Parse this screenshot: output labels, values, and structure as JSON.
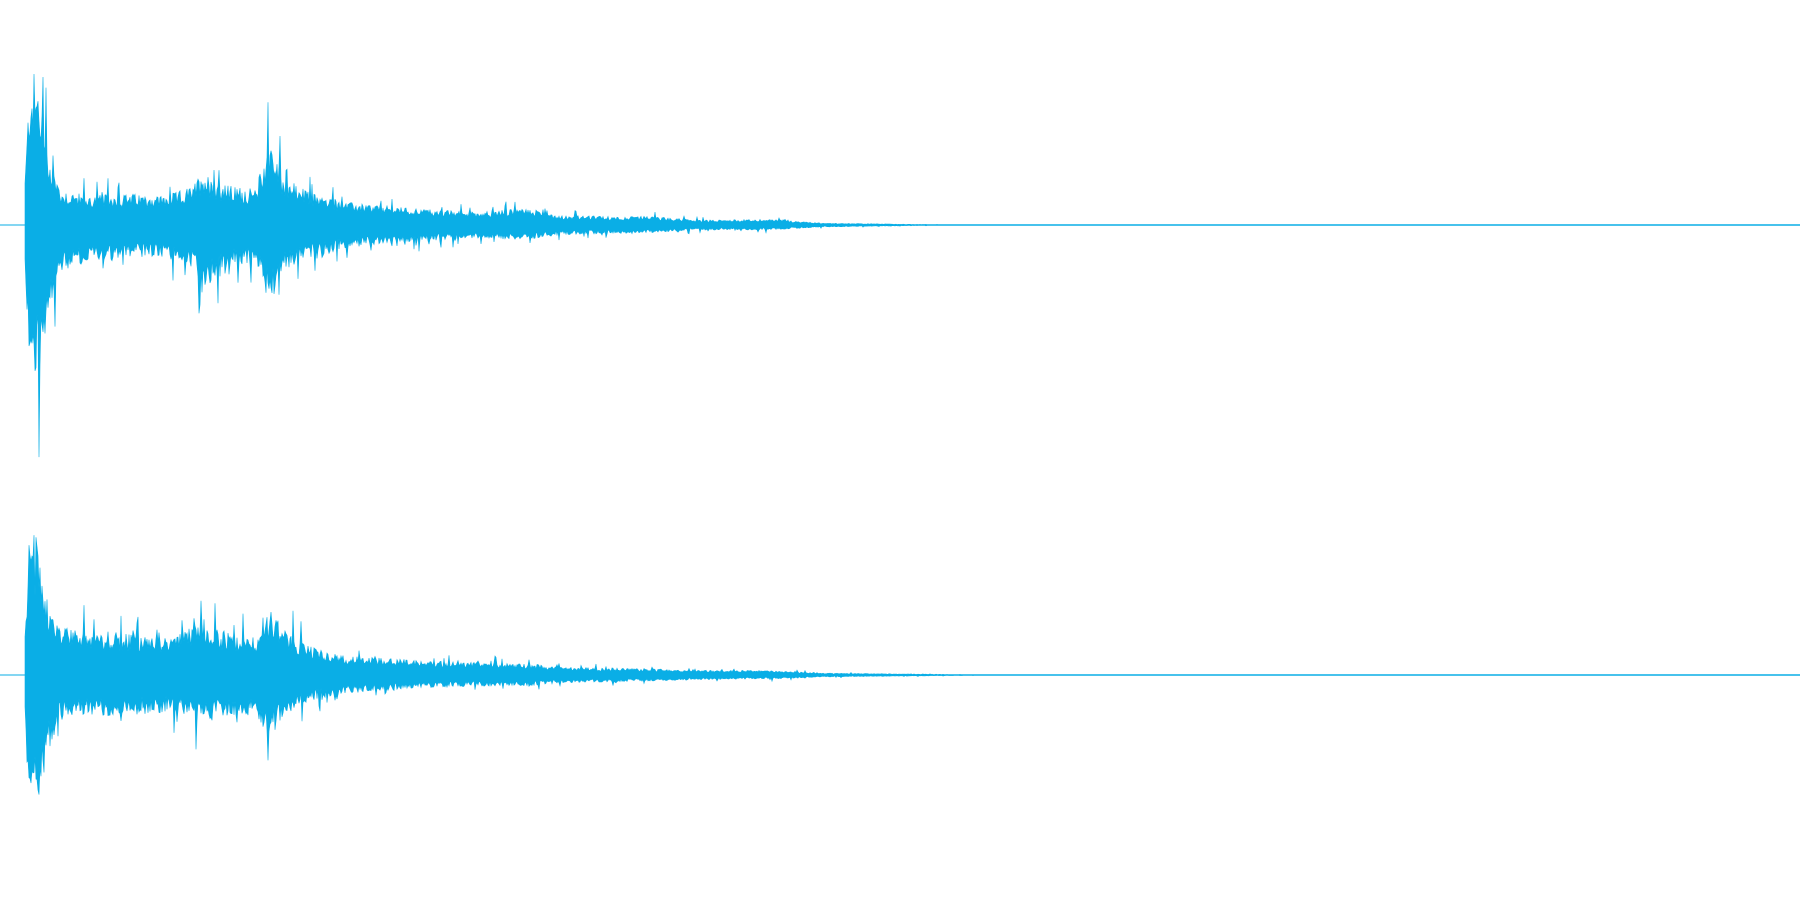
{
  "view": {
    "background": "#ffffff",
    "wave_color": "#0aaee6"
  },
  "channels": [
    {
      "name": "",
      "peak_amplitude": 0.98,
      "envelope": [
        {
          "t": 0.0,
          "top": 0.3,
          "bot": 0.3
        },
        {
          "t": 0.003,
          "top": 0.98,
          "bot": 0.98
        },
        {
          "t": 0.008,
          "top": 0.85,
          "bot": 0.9
        },
        {
          "t": 0.013,
          "top": 0.45,
          "bot": 0.55
        },
        {
          "t": 0.02,
          "top": 0.22,
          "bot": 0.3
        },
        {
          "t": 0.035,
          "top": 0.18,
          "bot": 0.22
        },
        {
          "t": 0.06,
          "top": 0.19,
          "bot": 0.2
        },
        {
          "t": 0.08,
          "top": 0.18,
          "bot": 0.2
        },
        {
          "t": 0.095,
          "top": 0.24,
          "bot": 0.26
        },
        {
          "t": 0.1,
          "top": 0.35,
          "bot": 0.45
        },
        {
          "t": 0.105,
          "top": 0.28,
          "bot": 0.35
        },
        {
          "t": 0.115,
          "top": 0.24,
          "bot": 0.25
        },
        {
          "t": 0.13,
          "top": 0.22,
          "bot": 0.24
        },
        {
          "t": 0.138,
          "top": 0.55,
          "bot": 0.5
        },
        {
          "t": 0.145,
          "top": 0.3,
          "bot": 0.28
        },
        {
          "t": 0.16,
          "top": 0.2,
          "bot": 0.2
        },
        {
          "t": 0.18,
          "top": 0.14,
          "bot": 0.14
        },
        {
          "t": 0.21,
          "top": 0.11,
          "bot": 0.11
        },
        {
          "t": 0.25,
          "top": 0.08,
          "bot": 0.08
        },
        {
          "t": 0.285,
          "top": 0.1,
          "bot": 0.09
        },
        {
          "t": 0.3,
          "top": 0.06,
          "bot": 0.06
        },
        {
          "t": 0.34,
          "top": 0.05,
          "bot": 0.05
        },
        {
          "t": 0.35,
          "top": 0.055,
          "bot": 0.05
        },
        {
          "t": 0.38,
          "top": 0.03,
          "bot": 0.03
        },
        {
          "t": 0.42,
          "top": 0.035,
          "bot": 0.03
        },
        {
          "t": 0.45,
          "top": 0.012,
          "bot": 0.012
        },
        {
          "t": 0.5,
          "top": 0.004,
          "bot": 0.004
        },
        {
          "t": 0.56,
          "top": 0.0,
          "bot": 0.0
        },
        {
          "t": 1.0,
          "top": 0.0,
          "bot": 0.0
        }
      ]
    },
    {
      "name": "",
      "peak_amplitude": 0.98,
      "envelope": [
        {
          "t": 0.0,
          "top": 0.4,
          "bot": 0.3
        },
        {
          "t": 0.003,
          "top": 0.98,
          "bot": 0.98
        },
        {
          "t": 0.008,
          "top": 0.8,
          "bot": 0.85
        },
        {
          "t": 0.013,
          "top": 0.45,
          "bot": 0.5
        },
        {
          "t": 0.02,
          "top": 0.3,
          "bot": 0.28
        },
        {
          "t": 0.035,
          "top": 0.28,
          "bot": 0.26
        },
        {
          "t": 0.06,
          "top": 0.26,
          "bot": 0.25
        },
        {
          "t": 0.085,
          "top": 0.24,
          "bot": 0.23
        },
        {
          "t": 0.1,
          "top": 0.36,
          "bot": 0.32
        },
        {
          "t": 0.11,
          "top": 0.28,
          "bot": 0.27
        },
        {
          "t": 0.13,
          "top": 0.24,
          "bot": 0.25
        },
        {
          "t": 0.138,
          "top": 0.42,
          "bot": 0.4
        },
        {
          "t": 0.145,
          "top": 0.3,
          "bot": 0.26
        },
        {
          "t": 0.16,
          "top": 0.18,
          "bot": 0.16
        },
        {
          "t": 0.18,
          "top": 0.12,
          "bot": 0.12
        },
        {
          "t": 0.21,
          "top": 0.1,
          "bot": 0.09
        },
        {
          "t": 0.25,
          "top": 0.08,
          "bot": 0.07
        },
        {
          "t": 0.285,
          "top": 0.07,
          "bot": 0.07
        },
        {
          "t": 0.3,
          "top": 0.05,
          "bot": 0.05
        },
        {
          "t": 0.35,
          "top": 0.04,
          "bot": 0.04
        },
        {
          "t": 0.38,
          "top": 0.03,
          "bot": 0.03
        },
        {
          "t": 0.42,
          "top": 0.03,
          "bot": 0.025
        },
        {
          "t": 0.45,
          "top": 0.012,
          "bot": 0.012
        },
        {
          "t": 0.52,
          "top": 0.004,
          "bot": 0.004
        },
        {
          "t": 0.58,
          "top": 0.0,
          "bot": 0.0
        },
        {
          "t": 1.0,
          "top": 0.0,
          "bot": 0.0
        }
      ]
    }
  ]
}
